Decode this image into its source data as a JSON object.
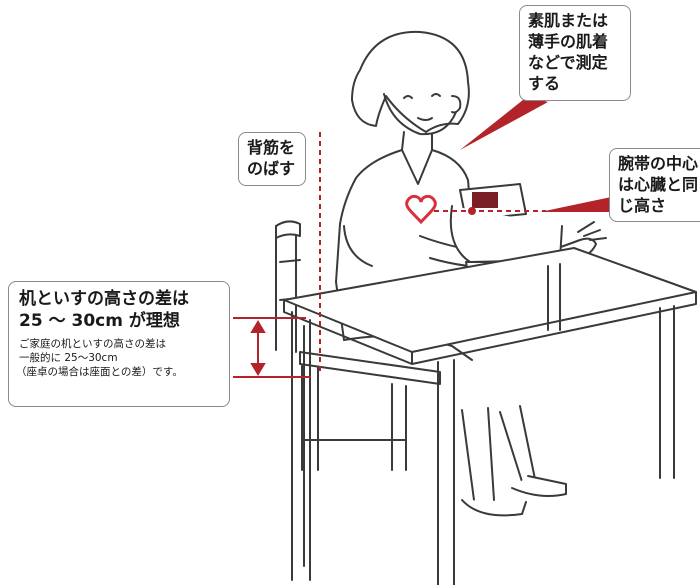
{
  "callouts": {
    "skin": {
      "lines": [
        "素肌または",
        "薄手の肌着",
        "などで測定",
        "する"
      ]
    },
    "back": {
      "lines": [
        "背筋を",
        "のばす"
      ]
    },
    "cuff": {
      "lines": [
        "腕帯の中心",
        "は心臓と同",
        "じ高さ"
      ]
    },
    "height": {
      "heading": [
        "机といすの高さの差は",
        "25 ～ 30cm が理想"
      ],
      "note": [
        "ご家庭の机といすの高さの差は",
        "一般的に 25〜30cm",
        "（座卓の場合は座面との差）です。"
      ]
    }
  },
  "colors": {
    "accent": "#b3232a",
    "heart": "#d9303d",
    "outline": "#3a3a3a",
    "monitor_display": "#7a1f24"
  },
  "icons": {
    "heart": "heart-icon",
    "height_arrow": "double-arrow-vertical-icon"
  }
}
